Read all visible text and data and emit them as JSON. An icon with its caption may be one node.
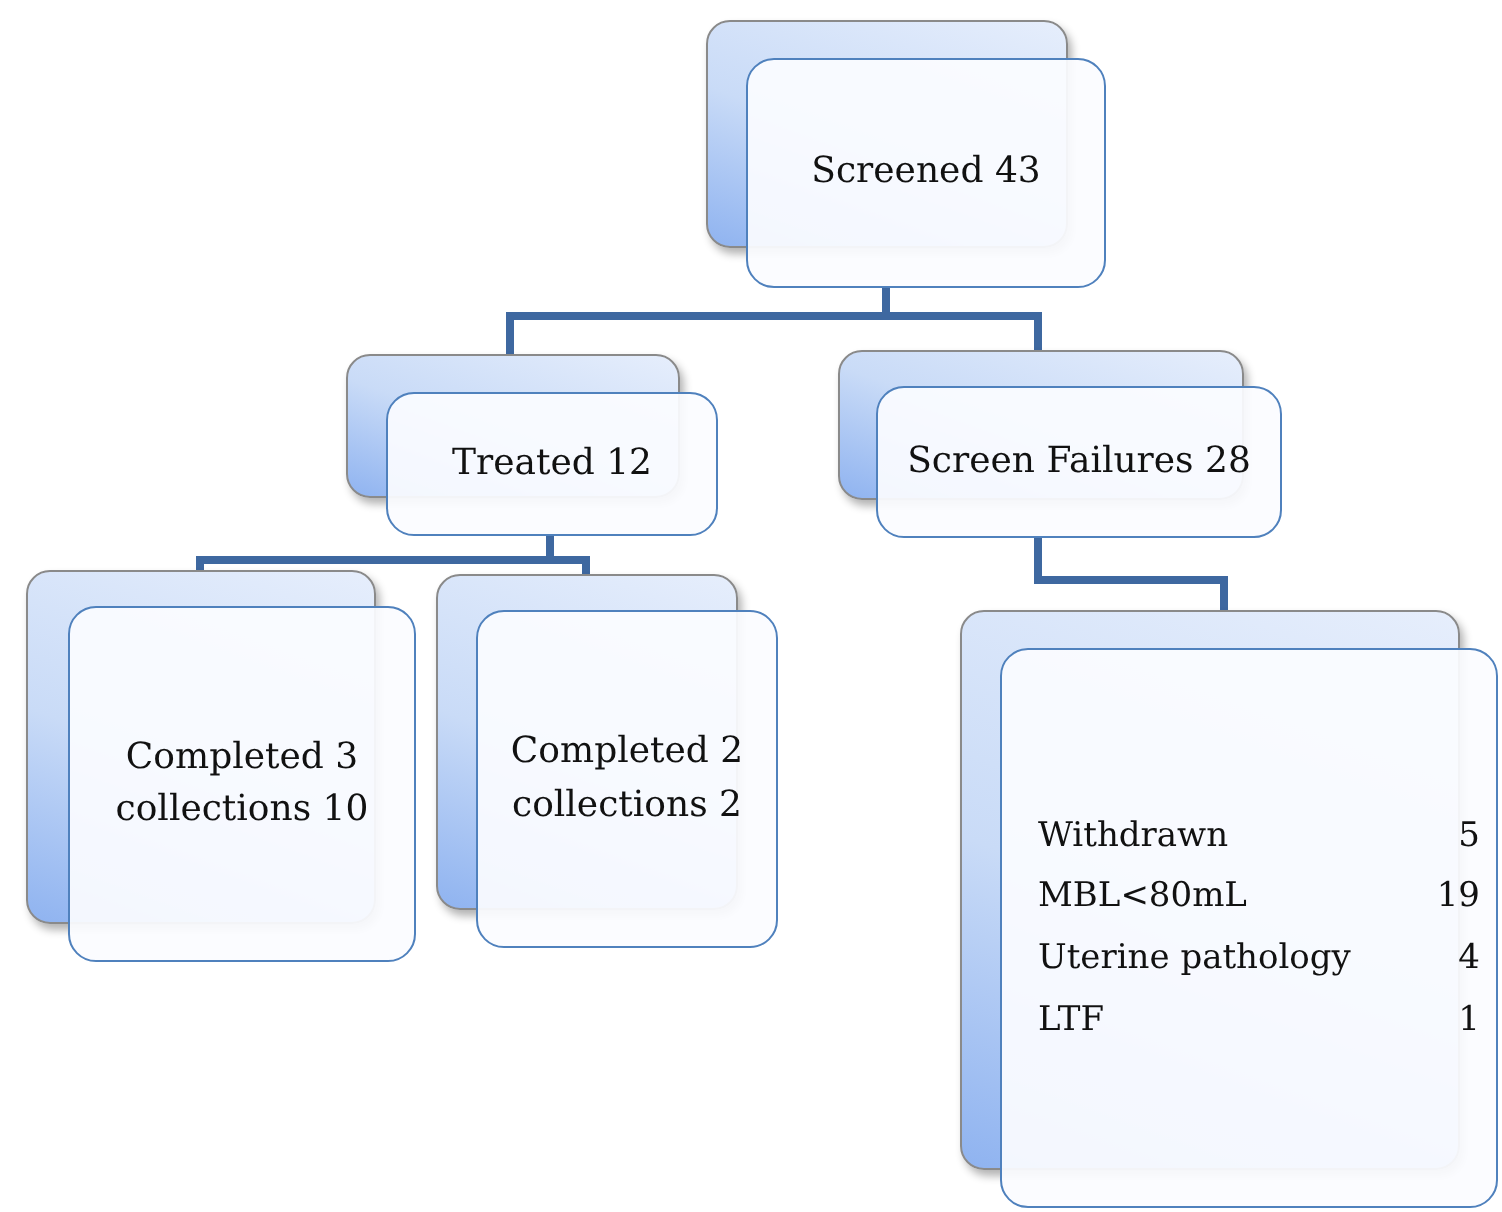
{
  "diagram": {
    "nodes": [
      {
        "text": [
          "Screened 43"
        ]
      },
      {
        "text": [
          "Treated 12"
        ]
      },
      {
        "text": [
          "Screen Failures  28"
        ]
      },
      {
        "text": [
          "Completed 3 collections 10"
        ]
      },
      {
        "text": [
          "Completed 2 collections 2"
        ]
      },
      {
        "text": [
          "Withdrawn",
          "5",
          "MBL<80mL",
          "19",
          "Uterine pathology",
          "4",
          "LTF",
          "1"
        ]
      }
    ],
    "edges": [
      {
        "from": 0,
        "to": 1,
        "arrow": "none"
      },
      {
        "from": 0,
        "to": 2,
        "arrow": "none"
      },
      {
        "from": 1,
        "to": 3,
        "arrow": "none"
      },
      {
        "from": 1,
        "to": 4,
        "arrow": "none"
      },
      {
        "from": 2,
        "to": 5,
        "arrow": "none"
      }
    ]
  }
}
